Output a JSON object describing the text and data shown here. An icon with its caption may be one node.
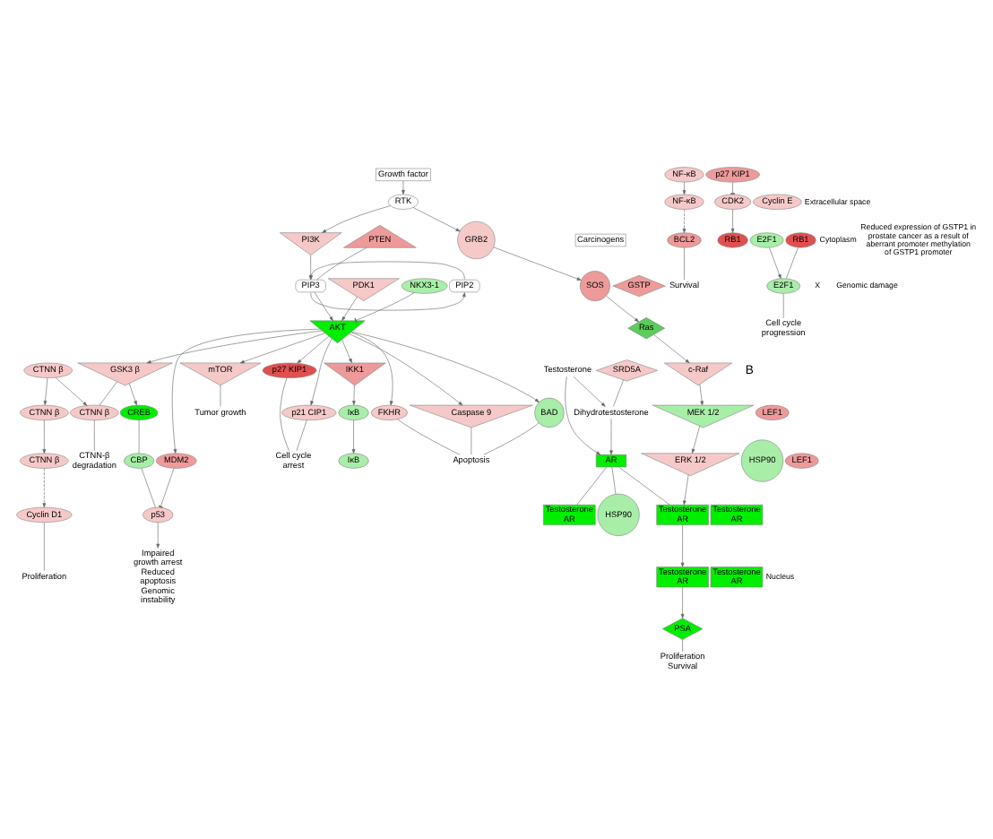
{
  "diagram": {
    "nodes": [
      {
        "text": [
          "SRD5A"
        ]
      },
      {
        "text": [
          "Dihydrotestosterone"
        ]
      },
      {
        "text": [
          "Testosterone"
        ]
      },
      {
        "text": [
          "Growth factor"
        ]
      },
      {
        "text": [
          "RTK"
        ]
      },
      {
        "text": [
          "AR"
        ]
      },
      {
        "text": [
          "HSP90"
        ]
      },
      {
        "text": [
          "GRB2"
        ]
      },
      {
        "text": [
          "PI3K"
        ]
      },
      {
        "text": [
          "SOS"
        ]
      },
      {
        "text": [
          "Ras"
        ]
      },
      {
        "text": [
          "c-Raf"
        ]
      },
      {
        "text": [
          "MEK 1/2"
        ]
      },
      {
        "text": [
          "ERK 1/2"
        ]
      },
      {
        "text": [
          "Carcinogens"
        ]
      },
      {
        "text": [
          "PIP2"
        ]
      },
      {
        "text": [
          "PIP3"
        ]
      },
      {
        "text": [
          "PDK1"
        ]
      },
      {
        "text": [
          "PTEN"
        ]
      },
      {
        "text": [
          "AKT"
        ]
      },
      {
        "text": [
          "NKX3-1"
        ]
      },
      {
        "text": [
          "GSTP"
        ]
      },
      {
        "text": [
          "HSP90"
        ]
      },
      {
        "text": [
          "Testosterone",
          "AR"
        ]
      },
      {
        "text": [
          "Testosterone",
          "AR"
        ]
      },
      {
        "text": [
          "Testosterone",
          "AR"
        ]
      },
      {
        "text": [
          "Caspase 9"
        ]
      },
      {
        "text": [
          "BAD"
        ]
      },
      {
        "text": [
          "p27 KIP1"
        ]
      },
      {
        "text": [
          "FKHR"
        ]
      },
      {
        "text": [
          "p21 CIP1"
        ]
      },
      {
        "text": [
          "mTOR"
        ]
      },
      {
        "text": [
          "CTNN β"
        ]
      },
      {
        "text": [
          "GSK3 β"
        ]
      },
      {
        "text": [
          "MDM2"
        ]
      },
      {
        "text": [
          "IKK1"
        ]
      },
      {
        "text": [
          "IκB"
        ]
      },
      {
        "text": [
          "NF-κB"
        ]
      },
      {
        "text": [
          "CTNN-β degradation"
        ]
      },
      {
        "text": [
          "CTNN β"
        ]
      },
      {
        "text": [
          "CREB"
        ]
      },
      {
        "text": [
          "IκB"
        ]
      },
      {
        "text": [
          "NF-κB"
        ]
      },
      {
        "text": [
          "Apoptosis"
        ]
      },
      {
        "text": [
          "Cell cycle arrest"
        ]
      },
      {
        "text": [
          "Tumor growth"
        ]
      },
      {
        "text": [
          "Testosterone",
          "AR"
        ]
      },
      {
        "text": [
          "Testosterone",
          "AR"
        ]
      },
      {
        "text": [
          "p27 KIP1"
        ]
      },
      {
        "text": [
          "CTNN β"
        ]
      },
      {
        "text": [
          "LEF1"
        ]
      },
      {
        "text": [
          "CBP"
        ]
      },
      {
        "text": [
          "p53"
        ]
      },
      {
        "text": [
          "CDK2"
        ]
      },
      {
        "text": [
          "Cyclin E"
        ]
      },
      {
        "text": [
          "CTNN β"
        ]
      },
      {
        "text": [
          "LEF1"
        ]
      },
      {
        "text": [
          "PSA"
        ]
      },
      {
        "text": [
          "RB1"
        ]
      },
      {
        "text": [
          "E2F1"
        ]
      },
      {
        "text": [
          "Cyclin D1"
        ]
      },
      {
        "text": [
          "BCL2"
        ]
      },
      {
        "text": [
          "RB1"
        ]
      },
      {
        "text": [
          "Proliferation Survival"
        ]
      },
      {
        "text": [
          "Impaired growth arrest Reduced apoptosis Genomic instability"
        ]
      },
      {
        "text": [
          "E2F1"
        ]
      },
      {
        "text": [
          "Proliferation"
        ]
      },
      {
        "text": [
          "Survival"
        ]
      },
      {
        "text": [
          "Cell cycle progression"
        ]
      }
    ],
    "edges": [
      {
        "from": 0,
        "to": 1,
        "arrow": "none"
      },
      {
        "from": 2,
        "to": 1,
        "arrow": "to"
      },
      {
        "from": 1,
        "to": 5,
        "arrow": "to"
      },
      {
        "from": 2,
        "to": 5,
        "arrow": "to"
      },
      {
        "from": 3,
        "to": 4,
        "arrow": "to"
      },
      {
        "from": 4,
        "to": 7,
        "arrow": "to"
      },
      {
        "from": 4,
        "to": 8,
        "arrow": "to"
      },
      {
        "from": 7,
        "to": 9,
        "arrow": "to"
      },
      {
        "from": 9,
        "to": 10,
        "arrow": "to"
      },
      {
        "from": 10,
        "to": 11,
        "arrow": "to"
      },
      {
        "from": 11,
        "to": 12,
        "arrow": "to"
      },
      {
        "from": 12,
        "to": 13,
        "arrow": "to"
      },
      {
        "from": 13,
        "to": 25,
        "arrow": "to"
      },
      {
        "from": 5,
        "to": 22,
        "arrow": "none"
      },
      {
        "from": 5,
        "to": 23,
        "arrow": "none"
      },
      {
        "from": 5,
        "to": 25,
        "arrow": "none"
      },
      {
        "from": 8,
        "to": 16,
        "arrow": "to"
      },
      {
        "from": 15,
        "to": 16,
        "arrow": "to"
      },
      {
        "from": 16,
        "to": 15,
        "arrow": "to"
      },
      {
        "from": 18,
        "to": 16,
        "arrow": "none"
      },
      {
        "from": 16,
        "to": 19,
        "arrow": "to"
      },
      {
        "from": 17,
        "to": 19,
        "arrow": "to"
      },
      {
        "from": 20,
        "to": 19,
        "arrow": "other"
      },
      {
        "from": 19,
        "to": 26,
        "arrow": "to"
      },
      {
        "from": 19,
        "to": 27,
        "arrow": "to"
      },
      {
        "from": 19,
        "to": 28,
        "arrow": "to"
      },
      {
        "from": 19,
        "to": 29,
        "arrow": "to"
      },
      {
        "from": 19,
        "to": 30,
        "arrow": "to"
      },
      {
        "from": 19,
        "to": 31,
        "arrow": "to"
      },
      {
        "from": 19,
        "to": 33,
        "arrow": "to"
      },
      {
        "from": 19,
        "to": 34,
        "arrow": "to"
      },
      {
        "from": 19,
        "to": 35,
        "arrow": "to"
      },
      {
        "from": 26,
        "to": 43,
        "arrow": "none"
      },
      {
        "from": 27,
        "to": 43,
        "arrow": "none"
      },
      {
        "from": 29,
        "to": 43,
        "arrow": "none"
      },
      {
        "from": 28,
        "to": 44,
        "arrow": "none"
      },
      {
        "from": 30,
        "to": 44,
        "arrow": "none"
      },
      {
        "from": 31,
        "to": 45,
        "arrow": "none"
      },
      {
        "from": 33,
        "to": 32,
        "arrow": "none"
      },
      {
        "from": 32,
        "to": 38,
        "arrow": "none"
      },
      {
        "from": 39,
        "to": 32,
        "arrow": "to"
      },
      {
        "from": 33,
        "to": 40,
        "arrow": "to"
      },
      {
        "from": 35,
        "to": 36,
        "arrow": "to"
      },
      {
        "from": 36,
        "to": 41,
        "arrow": "to"
      },
      {
        "from": 37,
        "to": 42,
        "arrow": "to"
      },
      {
        "from": 42,
        "to": 61,
        "arrow": "to",
        "style": "dashed"
      },
      {
        "from": 39,
        "to": 49,
        "arrow": "to"
      },
      {
        "from": 40,
        "to": 51,
        "arrow": "none"
      },
      {
        "from": 34,
        "to": 52,
        "arrow": "other"
      },
      {
        "from": 51,
        "to": 52,
        "arrow": "none"
      },
      {
        "from": 25,
        "to": 46,
        "arrow": "to"
      },
      {
        "from": 46,
        "to": 57,
        "arrow": "to"
      },
      {
        "from": 57,
        "to": 63,
        "arrow": "none"
      },
      {
        "from": 49,
        "to": 55,
        "arrow": "to"
      },
      {
        "from": 55,
        "to": 60,
        "arrow": "to",
        "style": "dashed"
      },
      {
        "from": 60,
        "to": 66,
        "arrow": "none"
      },
      {
        "from": 52,
        "to": 64,
        "arrow": "to"
      },
      {
        "from": 61,
        "to": 67,
        "arrow": "none"
      },
      {
        "from": 48,
        "to": 53,
        "arrow": "other"
      },
      {
        "from": 53,
        "to": 58,
        "arrow": "to"
      },
      {
        "from": 59,
        "to": 65,
        "arrow": "to"
      },
      {
        "from": 62,
        "to": 65,
        "arrow": "none"
      },
      {
        "from": 65,
        "to": 68,
        "arrow": "none"
      }
    ],
    "labels": [
      "B",
      "Extracellular space",
      "Cytoplasm",
      "Reduced expression of GSTP1 in prostate cancer as a result of aberrant promoter methylation of GSTP1 promoter",
      "X",
      "Genomic damage",
      "Nucleus"
    ]
  }
}
